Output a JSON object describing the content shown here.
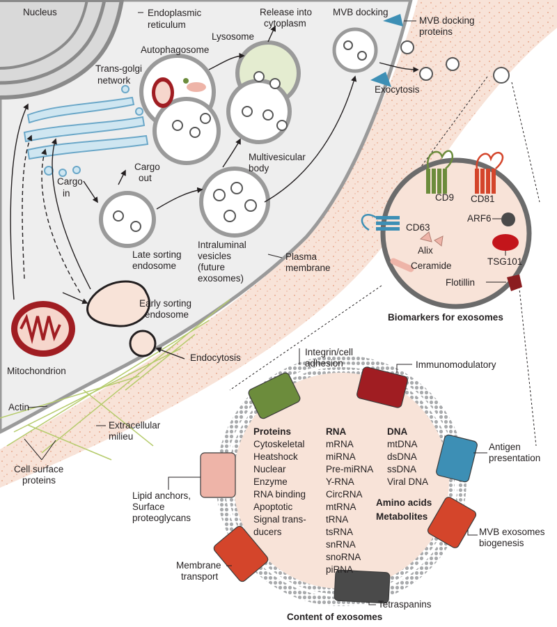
{
  "cell": {
    "nucleus": "Nucleus",
    "er": [
      "Endoplasmic",
      "reticulum"
    ],
    "trans_golgi": [
      "Trans-golgi",
      "network"
    ],
    "autophagosome": "Autophagosome",
    "lysosome": "Lysosome",
    "release": [
      "Release into",
      "cytoplasm"
    ],
    "mvb_docking": "MVB docking",
    "mvb_docking_proteins": [
      "MVB docking",
      "proteins"
    ],
    "exocytosis": "Exocytosis",
    "cargo_out": [
      "Cargo",
      "out"
    ],
    "cargo_in": [
      "Cargo",
      "in"
    ],
    "mvb": [
      "Multivesicular",
      "body"
    ],
    "late_sorting": [
      "Late sorting",
      "endosome"
    ],
    "intraluminal": [
      "Intraluminal",
      "vesicles",
      "(future",
      "exosomes)"
    ],
    "plasma_membrane": [
      "Plasma",
      "membrane"
    ],
    "mitochondrion": "Mitochondrion",
    "early_sorting": [
      "Early sorting",
      "endosome"
    ],
    "endocytosis": "Endocytosis",
    "actin": "Actin",
    "extracellular": [
      "Extracellular",
      "milieu"
    ],
    "cell_surface": [
      "Cell surface",
      "proteins"
    ]
  },
  "biomarkers": {
    "title": "Biomarkers for exosomes",
    "cd9": "CD9",
    "cd81": "CD81",
    "cd63": "CD63",
    "arf6": "ARF6",
    "alix": "Alix",
    "tsg101": "TSG101",
    "ceramide": "Ceramide",
    "flotillin": "Flotillin"
  },
  "content": {
    "title": "Content of exosomes",
    "integrin": [
      "Integrin/cell",
      "adhesion"
    ],
    "immuno": "Immunomodulatory",
    "antigen": [
      "Antigen",
      "presentation"
    ],
    "mvb_bio": [
      "MVB exosomes",
      "biogenesis"
    ],
    "tetraspanins": "Tetraspanins",
    "membrane_transport": [
      "Membrane",
      "transport"
    ],
    "lipid": [
      "Lipid anchors,",
      "Surface",
      "proteoglycans"
    ],
    "proteins_head": "Proteins",
    "proteins": [
      "Cytoskeletal",
      "Heatshock",
      "Nuclear",
      "Enzyme",
      "RNA binding",
      "Apoptotic",
      "Signal trans-",
      "ducers"
    ],
    "rna_head": "RNA",
    "rna": [
      "mRNA",
      "miRNA",
      "Pre-miRNA",
      "Y-RNA",
      "CircRNA",
      "mtRNA",
      "tRNA",
      "tsRNA",
      "snRNA",
      "snoRNA",
      "piRNA"
    ],
    "dna_head": "DNA",
    "dna": [
      "mtDNA",
      "dsDNA",
      "ssDNA",
      "Viral DNA"
    ],
    "amino": "Amino acids",
    "metabolites": "Metabolites"
  },
  "colors": {
    "green_protein": "#6c8c3c",
    "red_protein": "#a01d22",
    "blue_protein": "#3d8fb5",
    "orange_protein": "#d4452b",
    "pink_protein": "#eeb4a8",
    "dark_protein": "#4a4a4a"
  }
}
